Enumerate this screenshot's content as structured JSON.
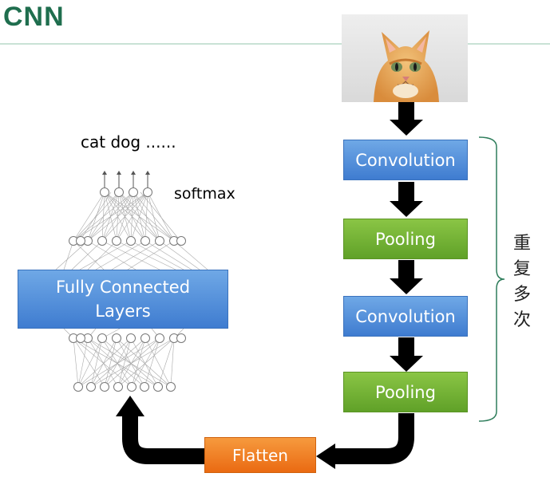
{
  "title": "CNN",
  "labels": {
    "outputs": "cat dog ......",
    "softmax": "softmax",
    "fully_connected": "Fully Connected Layers",
    "conv1": "Convolution",
    "pool1": "Pooling",
    "conv2": "Convolution",
    "pool2": "Pooling",
    "flatten": "Flatten",
    "repeat": "重复多次"
  },
  "colors": {
    "title": "#1f6e4e",
    "convolution": "#4a86d4",
    "pooling": "#6aad2e",
    "flatten": "#f07c22",
    "bracket": "#2e7d5b",
    "arrow": "#000000"
  }
}
